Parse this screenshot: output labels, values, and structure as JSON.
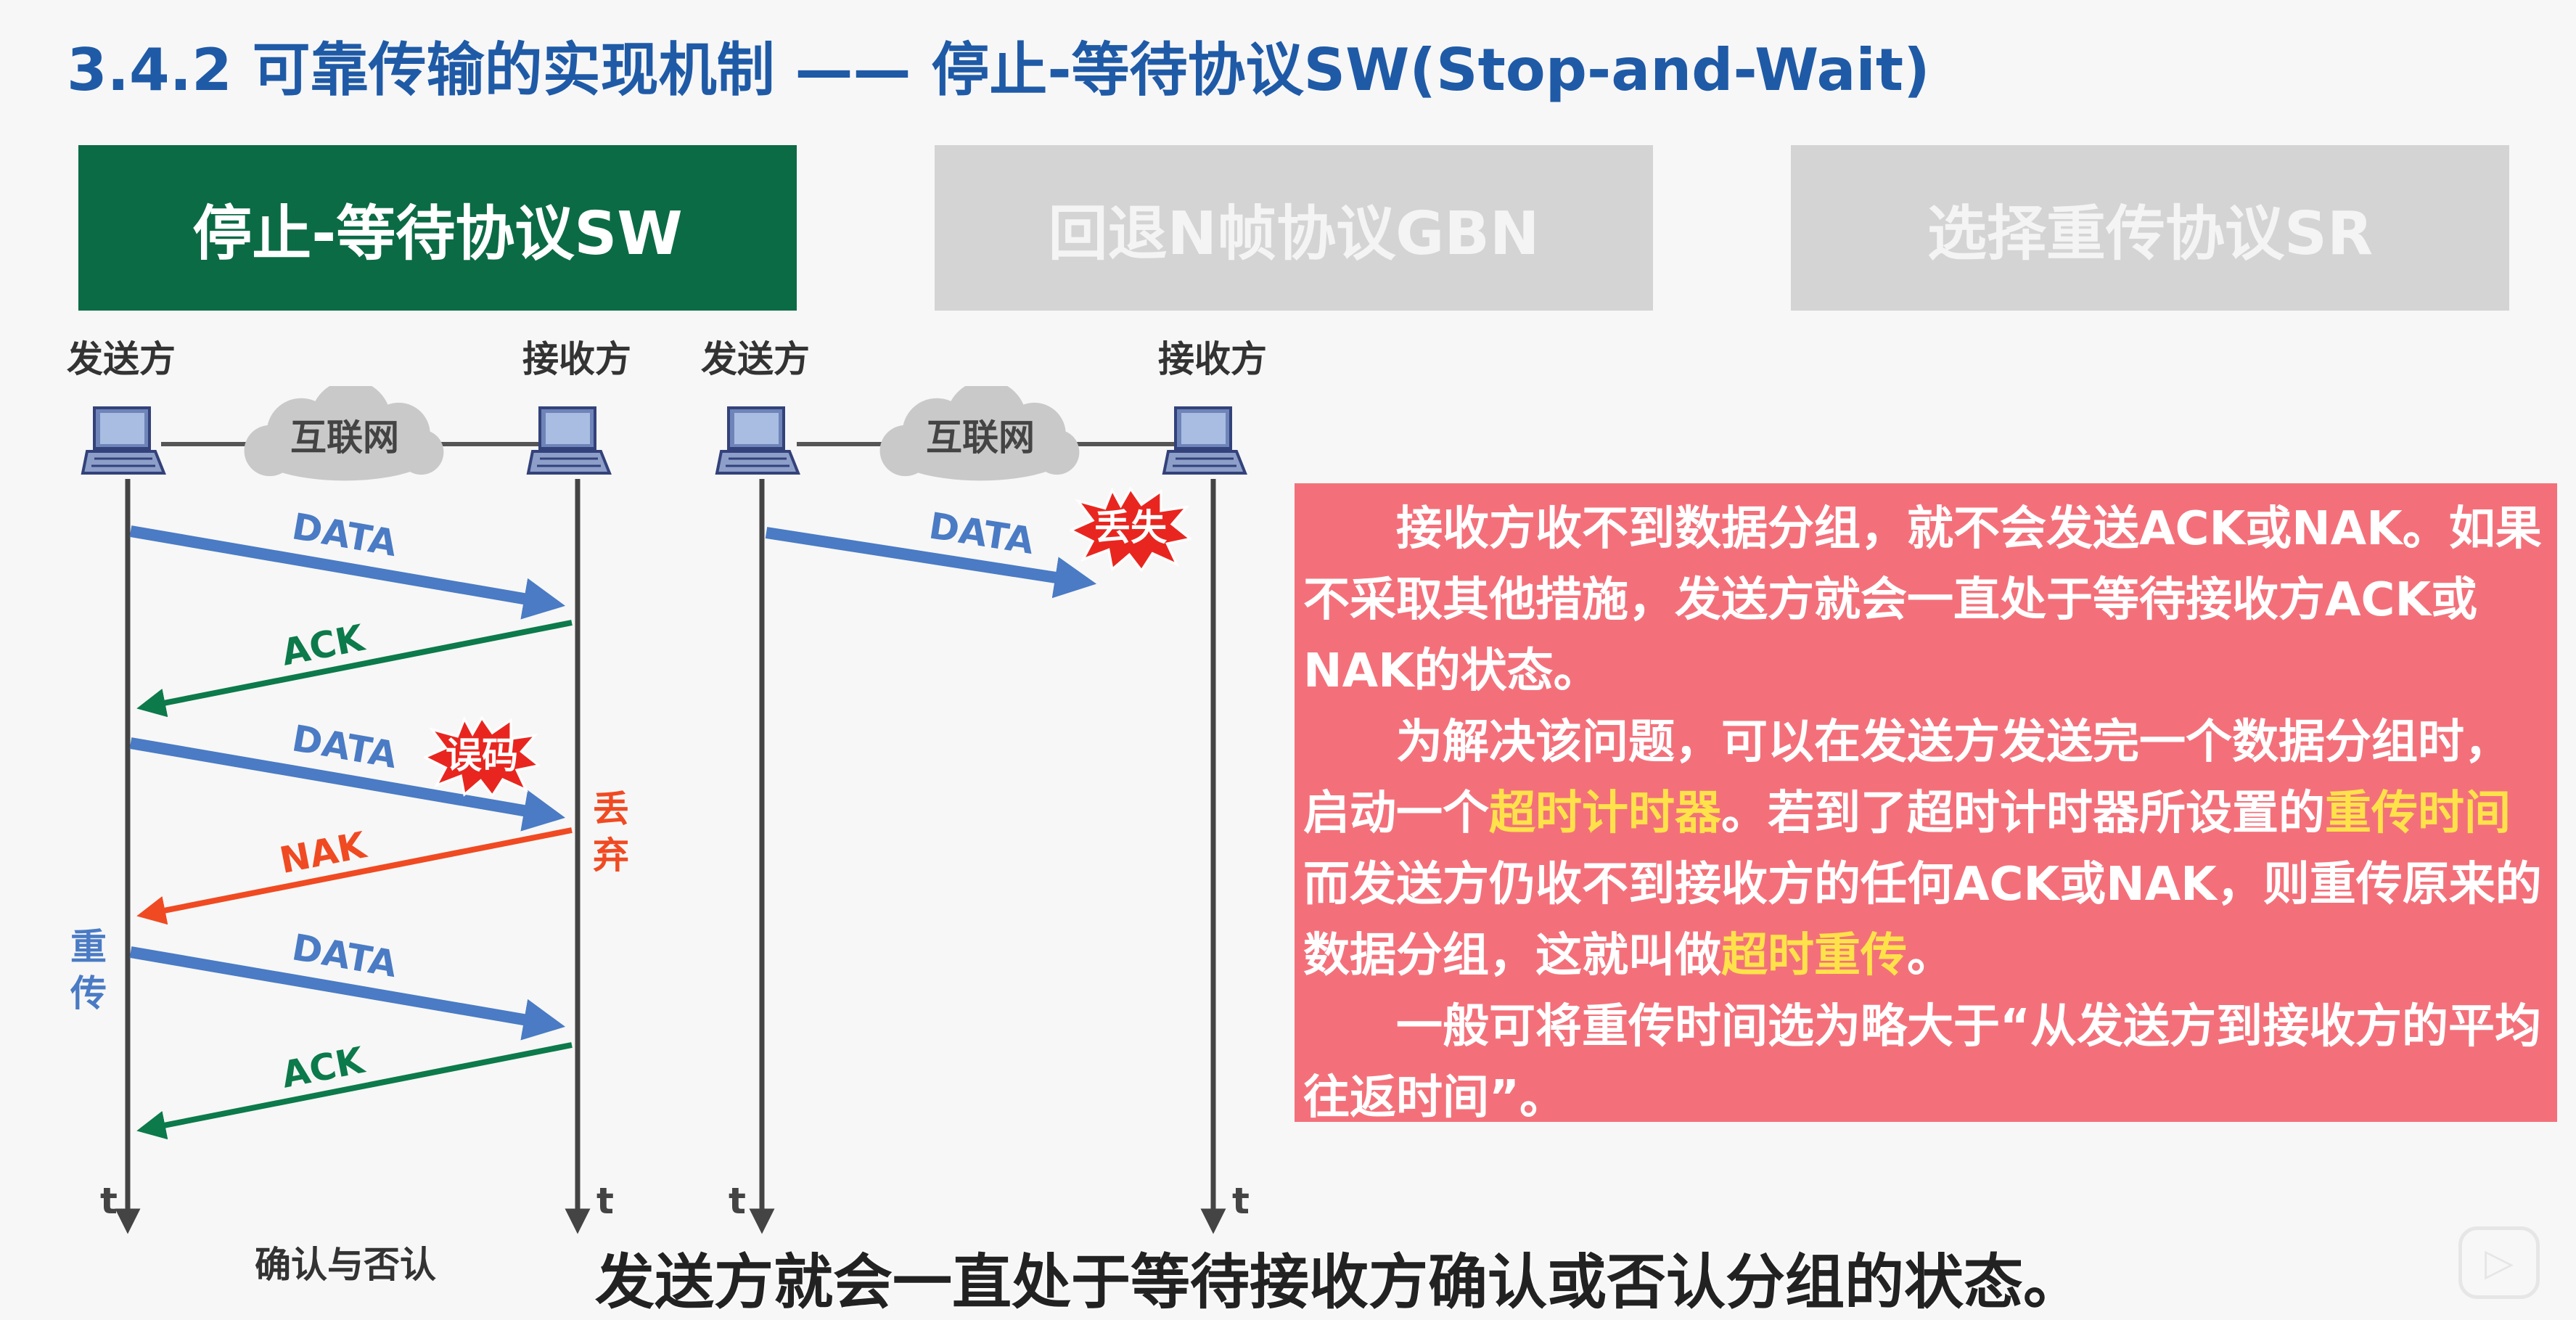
{
  "title": "3.4.2 可靠传输的实现机制 —— 停止-等待协议SW(Stop-and-Wait)",
  "tabs": [
    {
      "label": "停止-等待协议SW",
      "active": true
    },
    {
      "label": "回退N帧协议GBN",
      "active": false
    },
    {
      "label": "选择重传协议SR",
      "active": false
    }
  ],
  "diagram1": {
    "sender": "发送方",
    "receiver": "接收方",
    "network": "互联网",
    "messages": [
      "DATA",
      "ACK",
      "DATA",
      "NAK",
      "DATA",
      "ACK"
    ],
    "error_badge": "误码",
    "discard_label": "丢弃",
    "retransmit_label": "重传",
    "time_label_left": "t",
    "time_label_right": "t",
    "caption": "确认与否认"
  },
  "diagram2": {
    "sender": "发送方",
    "receiver": "接收方",
    "network": "互联网",
    "message": "DATA",
    "lost_badge": "丢失",
    "time_label_left": "t",
    "time_label_right": "t"
  },
  "note": {
    "p1": "接收方收不到数据分组，就不会发送ACK或NAK。如果不采取其他措施，发送方就会一直处于等待接收方ACK或NAK的状态。",
    "p2_a": "为解决该问题，可以在发送方发送完一个数据分组时，启动一个",
    "p2_hl1": "超时计时器",
    "p2_b": "。若到了超时计时器所设置的",
    "p2_hl2": "重传时间",
    "p2_c": "而发送方仍收不到接收方的任何ACK或NAK，则重传原来的数据分组，这就叫做",
    "p2_hl3": "超时重传",
    "p2_d": "。",
    "p3": "一般可将重传时间选为略大于“从发送方到接收方的平均往返时间”。"
  },
  "subtitle": "发送方就会一直处于等待接收方确认或否认分组的状态。",
  "colors": {
    "title": "#1f5aa6",
    "active_tab": "#0b6b45",
    "inactive_tab": "#d4d4d4",
    "data_arrow": "#4a7bc4",
    "ack_arrow": "#0c7a4a",
    "nak_arrow": "#f04a22",
    "note_bg": "#f3707a",
    "highlight": "#ffe24a"
  },
  "icons": [
    "laptop-icon",
    "cloud-icon",
    "explosion-badge",
    "play-icon"
  ]
}
